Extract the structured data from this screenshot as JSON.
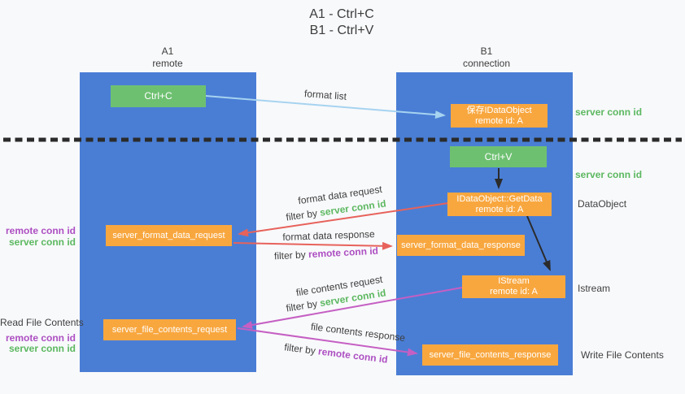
{
  "title": {
    "line1": "A1 - Ctrl+C",
    "line2": "B1 - Ctrl+V"
  },
  "lanes": {
    "a1": {
      "name": "A1",
      "subtitle": "remote"
    },
    "b1": {
      "name": "B1",
      "subtitle": "connection"
    }
  },
  "boxes": {
    "ctrl_c": {
      "label": "Ctrl+C"
    },
    "save_idataobject": {
      "line1": "保存IDataObject",
      "line2": "remote id: A"
    },
    "ctrl_v": {
      "label": "Ctrl+V"
    },
    "getdata": {
      "line1": "IDataObject::GetData",
      "line2": "remote id: A"
    },
    "istream": {
      "line1": "IStream",
      "line2": "remote id: A"
    },
    "server_format_data_request": {
      "label": "server_format_data_request"
    },
    "server_format_data_response": {
      "label": "server_format_data_response"
    },
    "server_file_contents_request": {
      "label": "server_file_contents_request"
    },
    "server_file_contents_response": {
      "label": "server_file_contents_response"
    }
  },
  "arrow_labels": {
    "format_list": "format list",
    "format_data_request": "format data request",
    "format_data_request_filter_prefix": "filter by ",
    "format_data_request_filter_key": "server conn id",
    "format_data_response": "format data response",
    "format_data_response_filter_prefix": "filter by ",
    "format_data_response_filter_key": "remote conn id",
    "file_contents_request": "file contents request",
    "file_contents_request_filter_prefix": "filter by ",
    "file_contents_request_filter_key": "server conn id",
    "file_contents_response": "file contents response",
    "file_contents_response_filter_prefix": "filter by ",
    "file_contents_response_filter_key": "remote conn id"
  },
  "side_labels": {
    "right": {
      "server_conn_id_top": "server conn id",
      "server_conn_id_mid": "server conn id",
      "dataobject": "DataObject",
      "istream": "Istream",
      "write_file_contents": "Write File Contents"
    },
    "left": {
      "remote_conn_id_top": "remote conn id",
      "server_conn_id_top": "server conn id",
      "read_file_contents": "Read File Contents",
      "remote_conn_id_bottom": "remote conn id",
      "server_conn_id_bottom": "server conn id"
    }
  },
  "colors": {
    "lane_blue": "#4a7ed5",
    "box_orange": "#f8a73f",
    "box_green": "#6ec071",
    "arrow_lightblue": "#a6d3f0",
    "arrow_red": "#e7625b",
    "arrow_magenta": "#c55fc3",
    "arrow_black": "#2b2b2b",
    "text_green": "#5cb860",
    "text_purple": "#ad4fc2"
  }
}
